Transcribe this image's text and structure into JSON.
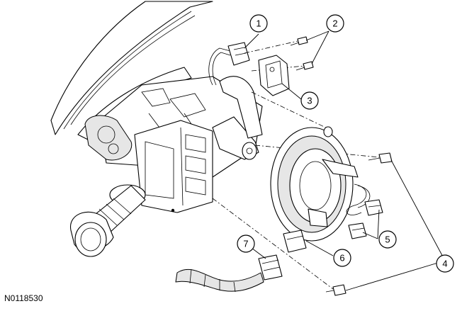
{
  "figure_id": "N0118530",
  "callouts": [
    {
      "id": "1",
      "label": "1"
    },
    {
      "id": "2",
      "label": "2"
    },
    {
      "id": "3",
      "label": "3"
    },
    {
      "id": "4",
      "label": "4"
    },
    {
      "id": "5",
      "label": "5"
    },
    {
      "id": "6",
      "label": "6"
    },
    {
      "id": "7",
      "label": "7"
    }
  ]
}
